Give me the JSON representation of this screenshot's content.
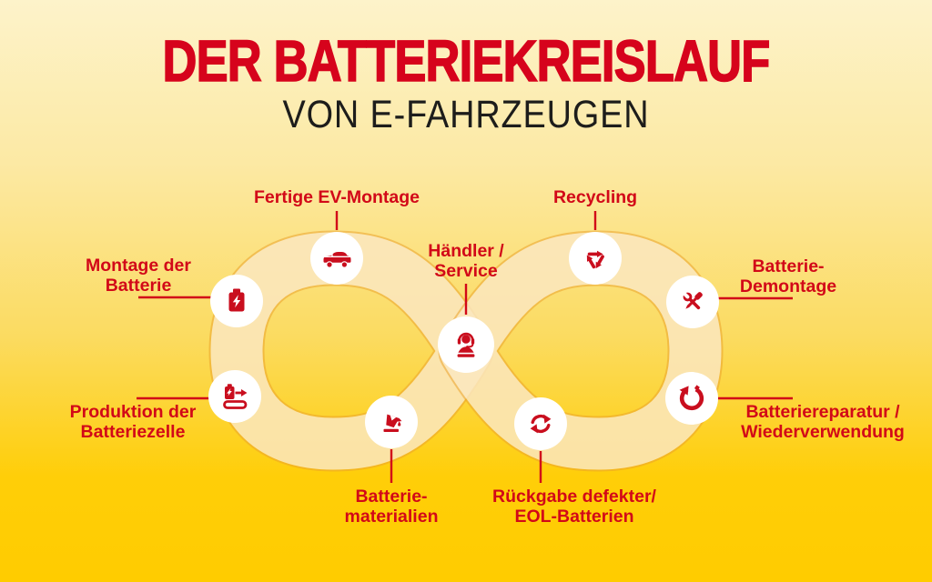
{
  "title": {
    "main": "DER BATTERIEKREISLAUF",
    "subtitle": "VON E-FAHRZEUGEN"
  },
  "colors": {
    "background_top": "#fdf3ca",
    "background_bottom": "#ffcc00",
    "loop_band": "#faf0c8",
    "loop_edge_hairline": "#eba22c",
    "title_red": "#d6031c",
    "label_red": "#d20818",
    "icon_red": "#c90e1e",
    "node_circle": "#ffffff",
    "subtitle_text": "#1d1d1b"
  },
  "diagram": {
    "shape": "infinity-loop",
    "nodes": [
      {
        "id": "fertige-ev-montage",
        "icon": "car-icon",
        "label_lines": [
          "Fertige EV-Montage"
        ]
      },
      {
        "id": "haendler-service",
        "icon": "service-agent-icon",
        "label_lines": [
          "Händler /",
          "Service"
        ]
      },
      {
        "id": "recycling",
        "icon": "recycling-icon",
        "label_lines": [
          "Recycling"
        ]
      },
      {
        "id": "montage-der-batterie",
        "icon": "battery-icon",
        "label_lines": [
          "Montage der",
          "Batterie"
        ]
      },
      {
        "id": "batterie-demontage",
        "icon": "tools-icon",
        "label_lines": [
          "Batterie-",
          "Demontage"
        ]
      },
      {
        "id": "produktion-der-batteriezelle",
        "icon": "battery-cell-conveyor-icon",
        "label_lines": [
          "Produktion der",
          "Batteriezelle"
        ]
      },
      {
        "id": "batteriereparatur-wiederverwendung",
        "icon": "restore-arrow-icon",
        "label_lines": [
          "Batteriereparatur /",
          "Wiederverwendung"
        ]
      },
      {
        "id": "batterie-materialien",
        "icon": "pouring-crucible-icon",
        "label_lines": [
          "Batterie-",
          "materialien"
        ]
      },
      {
        "id": "rueckgabe-eol-batterien",
        "icon": "cycle-arrows-icon",
        "label_lines": [
          "Rückgabe defekter/",
          "EOL-Batterien"
        ]
      }
    ]
  }
}
